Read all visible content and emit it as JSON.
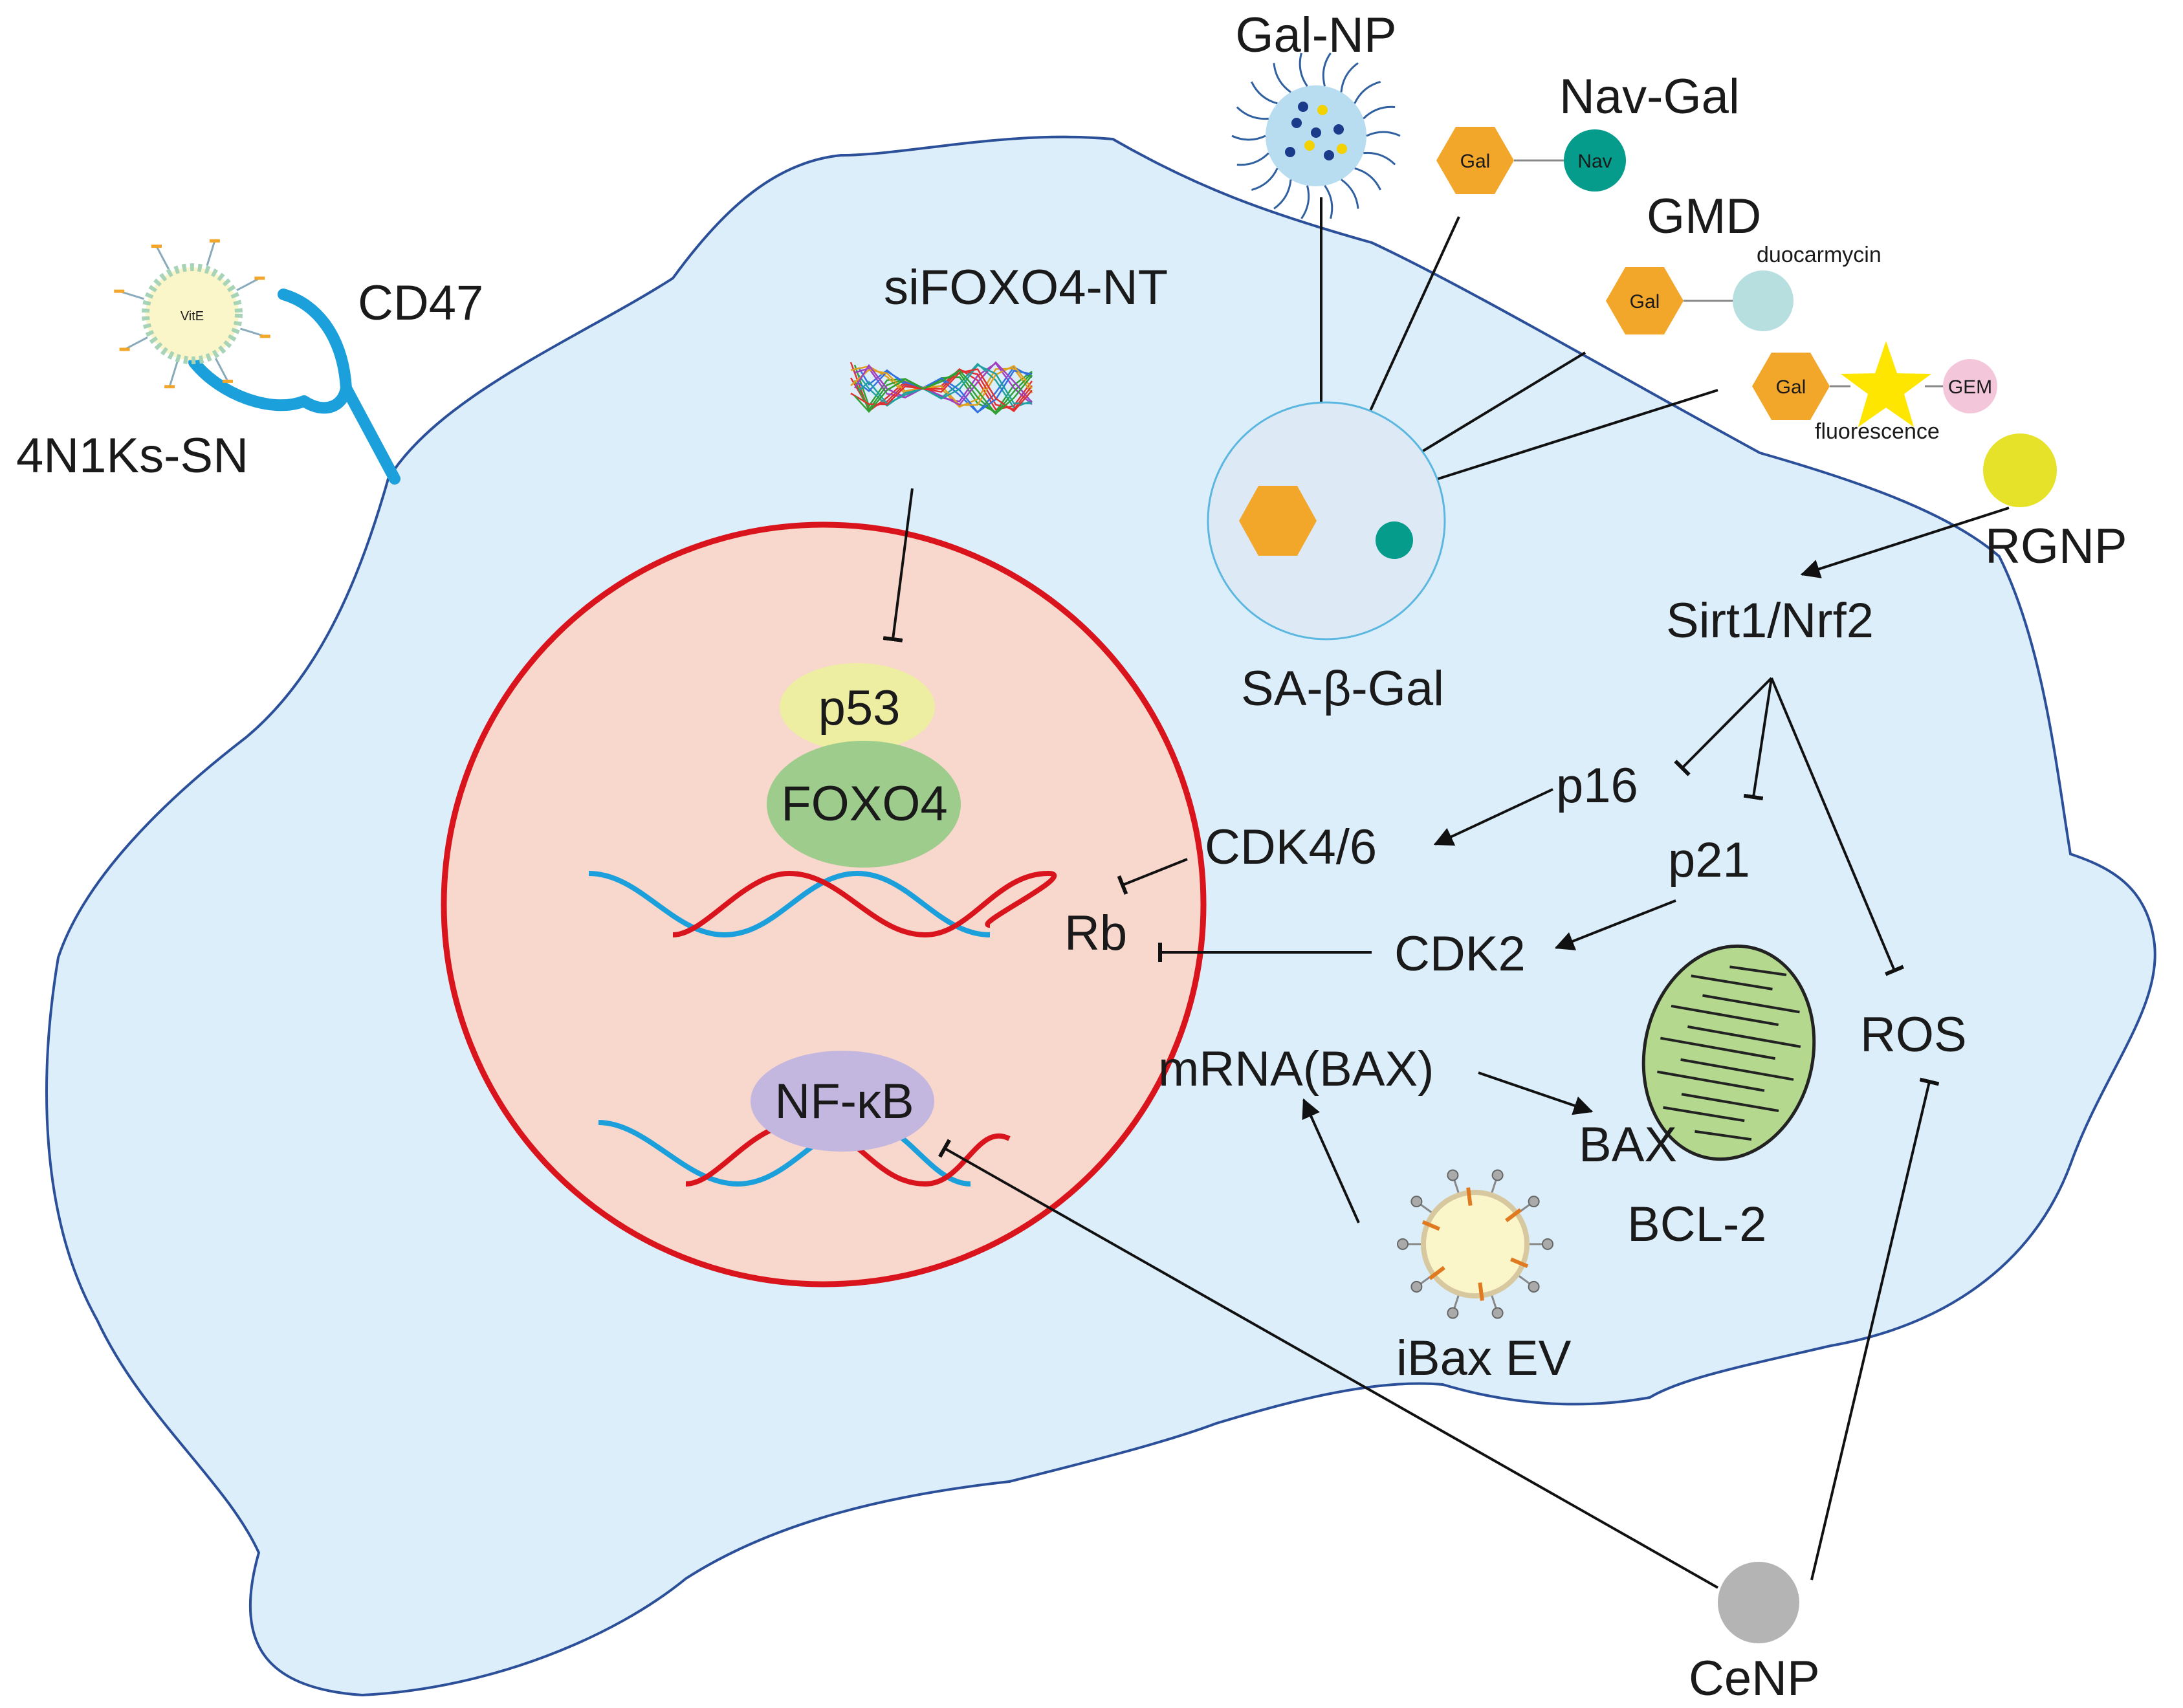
{
  "labels": {
    "cd47": "CD47",
    "sn": "4N1Ks-SN",
    "vite": "VitE",
    "sifoxo4": "siFOXO4-NT",
    "galnp": "Gal-NP",
    "navgal": "Nav-Gal",
    "gmd": "GMD",
    "duocarmycin": "duocarmycin",
    "fluorescence": "fluorescence",
    "rgnp": "RGNP",
    "sabgal": "SA-β-Gal",
    "sirt1": "Sirt1/Nrf2",
    "p53": "p53",
    "foxo4": "FOXO4",
    "p16": "p16",
    "p21": "p21",
    "cdk46": "CDK4/6",
    "cdk2": "CDK2",
    "rb": "Rb",
    "nfkb": "NF-κB",
    "mrnabax": "mRNA(BAX)",
    "bax": "BAX",
    "bcl2": "BCL-2",
    "ros": "ROS",
    "ibax": "iBax EV",
    "cenp": "CeNP",
    "gal": "Gal",
    "nav": "Nav",
    "gem": "GEM"
  },
  "colors": {
    "cytoplasm": "#dbeefa",
    "cell_outline": "#2b4f99",
    "nucleus_fill": "#f8d7cc",
    "nucleus_outline": "#d9141c",
    "cd47": "#1ca0dc",
    "gal_hex": "#f2a62a",
    "nav": "#069c8c",
    "duocarmycin": "#b8dfe0",
    "gem": "#f3c7d9",
    "star": "#ffe600",
    "rgnp": "#e6e22a",
    "p53": "#eeeea2",
    "foxo4": "#9dcc8c",
    "nfkb": "#c3b7e0",
    "dna_red": "#d9141c",
    "dna_blue": "#1ca0dc",
    "mito": "#b4d88d",
    "cenp": "#b4b4b4",
    "sabgal_fill": "#dde9f5"
  }
}
